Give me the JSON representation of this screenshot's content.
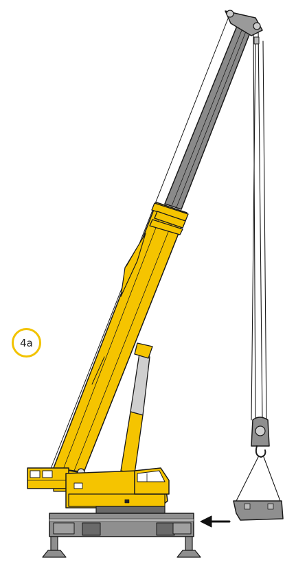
{
  "step": {
    "label": "4a"
  },
  "colors": {
    "crane_body": "#f5c400",
    "boom_tip_section": "#8a8a8a",
    "carrier": "#8f8f8f",
    "outline": "#1a1a1a",
    "arrow": "#111111",
    "badge_ring": "#f2c300"
  },
  "parts": {
    "boom": "telescopic-boom",
    "load": "counterweight-plate",
    "direction": "arrow-pointing-left"
  }
}
